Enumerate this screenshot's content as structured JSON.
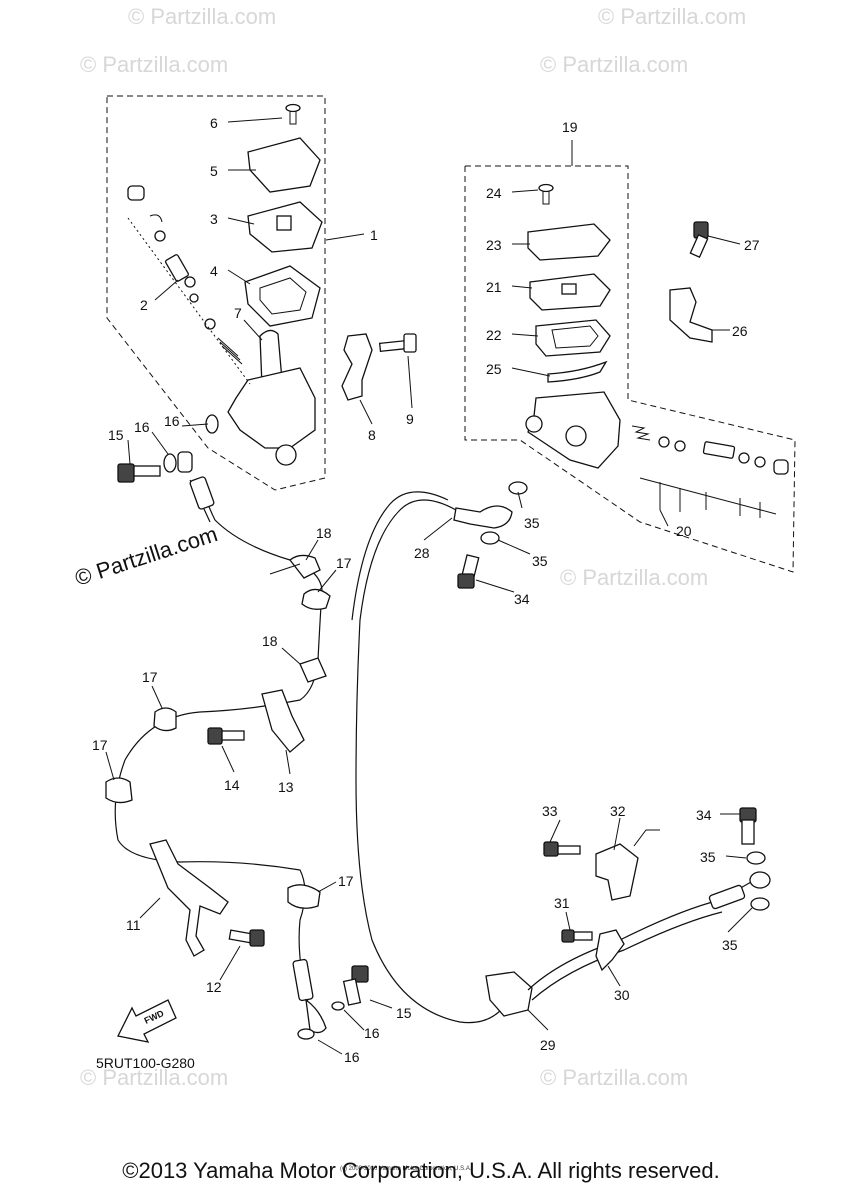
{
  "watermark_text": "© Partzilla.com",
  "diagram_code": "5RUT100-G280",
  "fwd_label": "FWD",
  "copyright": "©2013 Yamaha Motor Corporation, U.S.A. All rights reserved.",
  "tiny_copyright": "(c) 2008-2016 Yamaha Motor Corporation, U.S.A.",
  "callouts": {
    "c1": "1",
    "c2": "2",
    "c3": "3",
    "c4": "4",
    "c5": "5",
    "c6": "6",
    "c7": "7",
    "c8": "8",
    "c9": "9",
    "c11": "11",
    "c12": "12",
    "c13": "13",
    "c14": "14",
    "c15a": "15",
    "c16a": "16",
    "c16b": "16",
    "c17a": "17",
    "c17b": "17",
    "c17c": "17",
    "c17d": "17",
    "c18a": "18",
    "c18b": "18",
    "c19": "19",
    "c20": "20",
    "c21": "21",
    "c22": "22",
    "c23": "23",
    "c24": "24",
    "c25": "25",
    "c26": "26",
    "c27": "27",
    "c28": "28",
    "c29": "29",
    "c30": "30",
    "c31": "31",
    "c32": "32",
    "c33": "33",
    "c34a": "34",
    "c34b": "34",
    "c35a": "35",
    "c35b": "35",
    "c35c": "35",
    "c35d": "35",
    "c15b": "15",
    "c16c": "16",
    "c16d": "16"
  }
}
